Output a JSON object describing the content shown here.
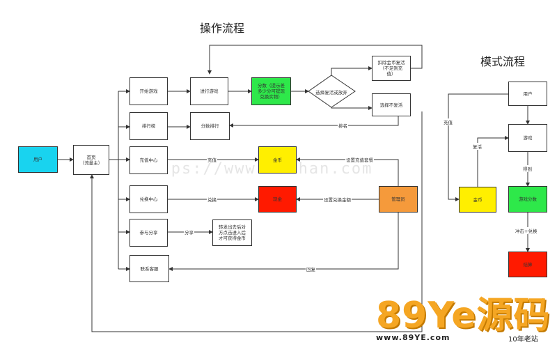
{
  "titles": {
    "left": "操作流程",
    "right": "模式流程"
  },
  "nodes": {
    "user": "用户",
    "home": "首页\n（流量主）",
    "start_game": "开始游戏",
    "leaderboard": "排行榜",
    "recharge": "充值中心",
    "withdraw": "兑换中心",
    "share": "参与分享",
    "contact": "联系客服",
    "play_game": "进行游戏",
    "score_rank": "分数排行",
    "score": "分数（提示差\n多少分可提现\n兑换实物）",
    "choice": "选择复活或放弃",
    "deduct": "扣除金币复活\n（不足则充\n值）",
    "no_revive": "选择不复活",
    "coins": "金币",
    "cash": "现金",
    "admin": "管理员",
    "share_note": "转发出去后对\n方点击进入后\n才可获得金币",
    "m_user": "用户",
    "m_game": "游戏",
    "m_coins": "金币",
    "m_score": "游戏分数",
    "m_result": "结算"
  },
  "edge_labels": {
    "recharge": "充值",
    "withdraw": "兑换",
    "share": "分享",
    "leaderboard": "排名",
    "set_recharge": "设置充值套餐",
    "set_withdraw": "设置兑换金额",
    "reply": "回复",
    "m_recharge": "充值",
    "m_revive": "复活",
    "m_get": "得到",
    "m_dash": "冲击+兑换"
  },
  "watermark": "https://www.huzhan.com",
  "logo": {
    "big": "89Ye源码",
    "url": "www.89YE.com",
    "tag": "10年老站"
  },
  "colors": {
    "user": "#19d3ef",
    "score": "#2ee84a",
    "coins": "#ffef00",
    "cash": "#ff1a00",
    "admin": "#f59a3b",
    "logo": "#f5a623"
  }
}
